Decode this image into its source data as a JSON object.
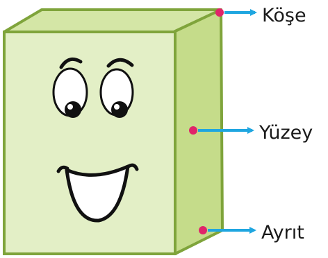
{
  "labels": {
    "corner": "Köşe",
    "face": "Yüzey",
    "edge": "Ayrıt"
  },
  "colors": {
    "front_face": "#e3efc6",
    "top_face": "#d4e6a6",
    "side_face": "#c5dc8a",
    "outline": "#7fa43b",
    "marker": "#e0246a",
    "arrow": "#1fa6e0",
    "text": "#1a1a1a"
  }
}
